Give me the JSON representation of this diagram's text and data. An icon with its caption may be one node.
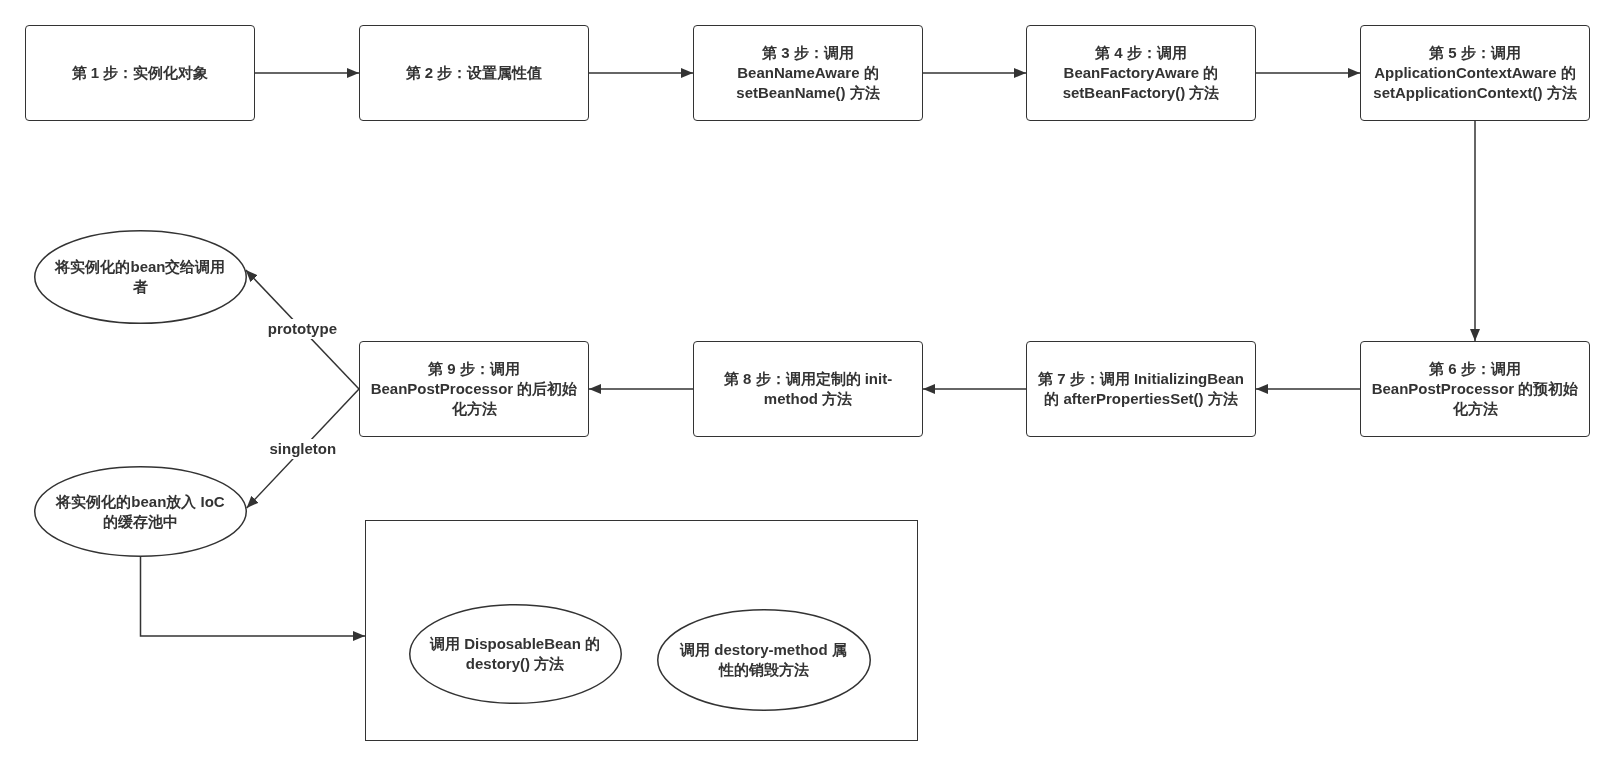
{
  "diagram": {
    "nodes": [
      {
        "text": [
          "第 1 步：实例化对象"
        ]
      },
      {
        "text": [
          "第 2 步：设置属性值"
        ]
      },
      {
        "text": [
          "第 3 步：调用 BeanNameAware 的 setBeanName() 方法"
        ]
      },
      {
        "text": [
          "第 4 步：调用 BeanFactoryAware 的 setBeanFactory() 方法"
        ]
      },
      {
        "text": [
          "第 5 步：调用 ApplicationContextAware 的 setApplicationContext() 方法"
        ]
      },
      {
        "text": [
          "将实例化的bean交给调用者"
        ]
      },
      {
        "text": [
          "第 9 步：调用 BeanPostProcessor 的后初始化方法"
        ]
      },
      {
        "text": [
          "第 8 步：调用定制的 init-method 方法"
        ]
      },
      {
        "text": [
          "第 7 步：调用 InitializingBean 的 afterPropertiesSet() 方法"
        ]
      },
      {
        "text": [
          "第 6 步：调用 BeanPostProcessor 的预初始化方法"
        ]
      },
      {
        "text": [
          "将实例化的bean放入 IoC 的缓存池中"
        ]
      },
      {
        "text": [],
        "shape": "box"
      },
      {
        "text": [
          "调用 DisposableBean 的 destory() 方法"
        ],
        "in": 11
      },
      {
        "text": [
          "调用 destory-method 属性的销毁方法"
        ],
        "in": 11
      }
    ],
    "edges": [
      {
        "from": 0,
        "to": 1,
        "arrow": "to"
      },
      {
        "from": 1,
        "to": 2,
        "arrow": "to"
      },
      {
        "from": 2,
        "to": 3,
        "arrow": "to"
      },
      {
        "from": 3,
        "to": 4,
        "arrow": "to"
      },
      {
        "from": 4,
        "to": 9,
        "arrow": "to"
      },
      {
        "from": 9,
        "to": 8,
        "arrow": "to"
      },
      {
        "from": 8,
        "to": 7,
        "arrow": "to"
      },
      {
        "from": 7,
        "to": 6,
        "arrow": "to"
      },
      {
        "from": 6,
        "to": 5,
        "arrow": "to",
        "label": "prototype"
      },
      {
        "from": 6,
        "to": 10,
        "arrow": "to",
        "label": "singleton"
      },
      {
        "from": 10,
        "to": 11,
        "arrow": "to"
      }
    ]
  }
}
